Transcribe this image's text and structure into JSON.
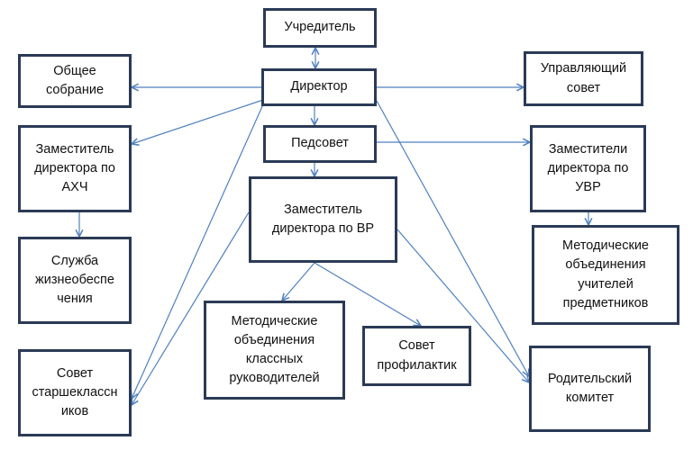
{
  "nodes": {
    "founder": "Учредитель",
    "general_meeting": "Общее\nсобрание",
    "director": "Директор",
    "managing_council": "Управляющий\nсовет",
    "deputy_ahch": "Заместитель\nдиректора по\nАХЧ",
    "pedsovet": "Педсовет",
    "deputies_uvr": "Заместители\nдиректора по\nУВР",
    "deputy_vr": "Заместитель\nдиректора по ВР",
    "life_support": "Служба\nжизнеобеспе\nчения",
    "method_subject": "Методические\nобъединения\nучителей\nпредметников",
    "method_class": "Методические\nобъединения\nклассных\nруководителей",
    "prevention_council": "Совет\nпрофилактик",
    "senior_council": "Совет\nстаршеклассн\nиков",
    "parent_committee": "Родительский\nкомитет"
  },
  "colors": {
    "node_border": "#2b3a55",
    "connector": "#4f81bd"
  }
}
